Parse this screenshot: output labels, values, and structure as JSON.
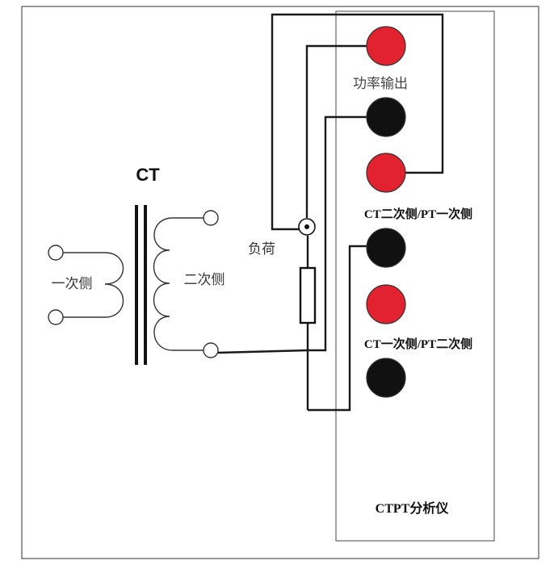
{
  "labels": {
    "ct": "CT",
    "primary": "一次侧",
    "secondary": "二次侧",
    "load": "负荷",
    "power_output": "功率输出",
    "ct_secondary_pt_primary": "CT二次侧/PT一次侧",
    "ct_primary_pt_secondary": "CT一次侧/PT二次侧",
    "analyzer": "CTPT分析仪"
  },
  "colors": {
    "red_terminal": "#e2222e",
    "black_terminal": "#111111",
    "wire": "#1a1a1a",
    "outline": "#555555"
  },
  "terminals": [
    "red",
    "black",
    "red",
    "black",
    "red",
    "black"
  ]
}
